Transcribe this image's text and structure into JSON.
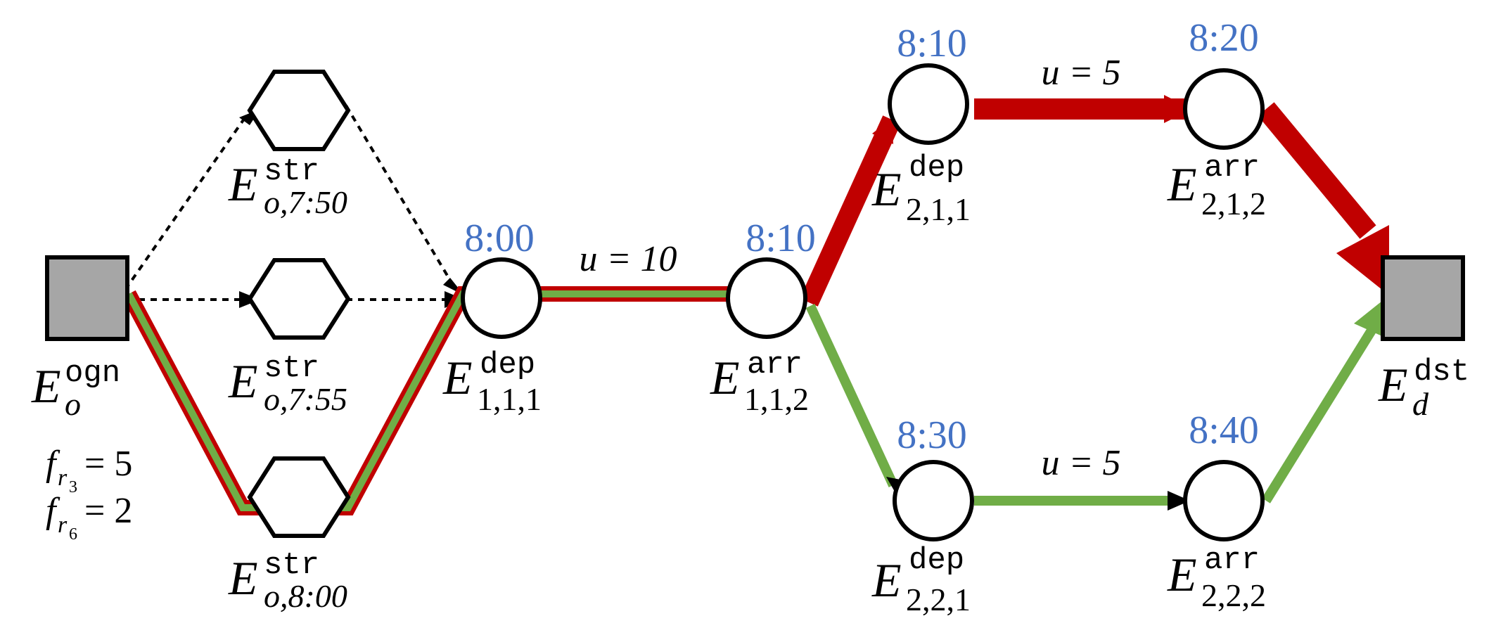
{
  "colors": {
    "red": "#c00000",
    "green": "#70ad47",
    "time_blue": "#4472c4",
    "node_gray": "#a6a6a6"
  },
  "times": {
    "e111": "8:00",
    "e112": "8:10",
    "e211": "8:10",
    "e212": "8:20",
    "e221": "8:30",
    "e222": "8:40"
  },
  "edge_labels": {
    "line1": "u = 10",
    "line21": "u = 5",
    "line22": "u = 5"
  },
  "nodes": {
    "origin": {
      "base": "E",
      "sub": "o",
      "sup": "ogn"
    },
    "str750": {
      "base": "E",
      "sub": "o,7:50",
      "sup": "str"
    },
    "str755": {
      "base": "E",
      "sub": "o,7:55",
      "sup": "str"
    },
    "str800": {
      "base": "E",
      "sub": "o,8:00",
      "sup": "str"
    },
    "e111": {
      "base": "E",
      "sub": "1,1,1",
      "sup": "dep"
    },
    "e112": {
      "base": "E",
      "sub": "1,1,2",
      "sup": "arr"
    },
    "e211": {
      "base": "E",
      "sub": "2,1,1",
      "sup": "dep"
    },
    "e212": {
      "base": "E",
      "sub": "2,1,2",
      "sup": "arr"
    },
    "e221": {
      "base": "E",
      "sub": "2,2,1",
      "sup": "dep"
    },
    "e222": {
      "base": "E",
      "sub": "2,2,2",
      "sup": "arr"
    },
    "dest": {
      "base": "E",
      "sub": "d",
      "sup": "dst"
    }
  },
  "frequencies": [
    {
      "f": "f",
      "r": "r",
      "idx": "3",
      "value": "= 5"
    },
    {
      "f": "f",
      "r": "r",
      "idx": "6",
      "value": "= 2"
    }
  ]
}
